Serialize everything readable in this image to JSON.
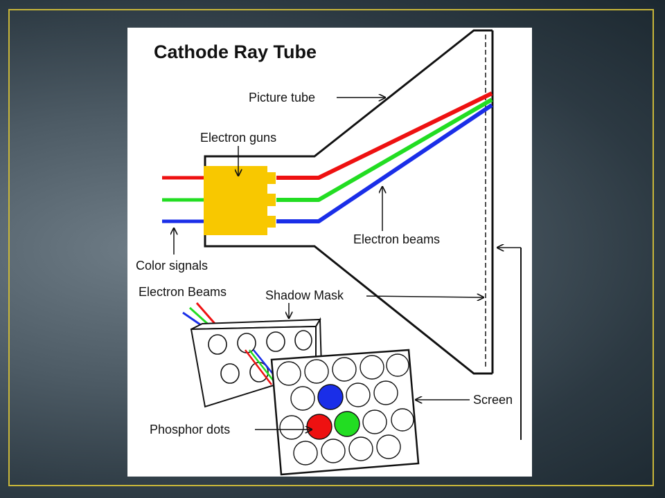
{
  "diagram": {
    "title": "Cathode Ray Tube",
    "labels": {
      "picture_tube": "Picture tube",
      "electron_guns": "Electron guns",
      "electron_beams": "Electron beams",
      "color_signals": "Color signals",
      "electron_beams_detail": "Electron Beams",
      "shadow_mask": "Shadow Mask",
      "screen": "Screen",
      "phosphor_dots": "Phosphor dots"
    },
    "colors": {
      "red": "#ee1111",
      "green": "#22dd22",
      "blue": "#1a2ee8",
      "gun": "#f8c800",
      "frame_border": "#c9b73a"
    }
  }
}
